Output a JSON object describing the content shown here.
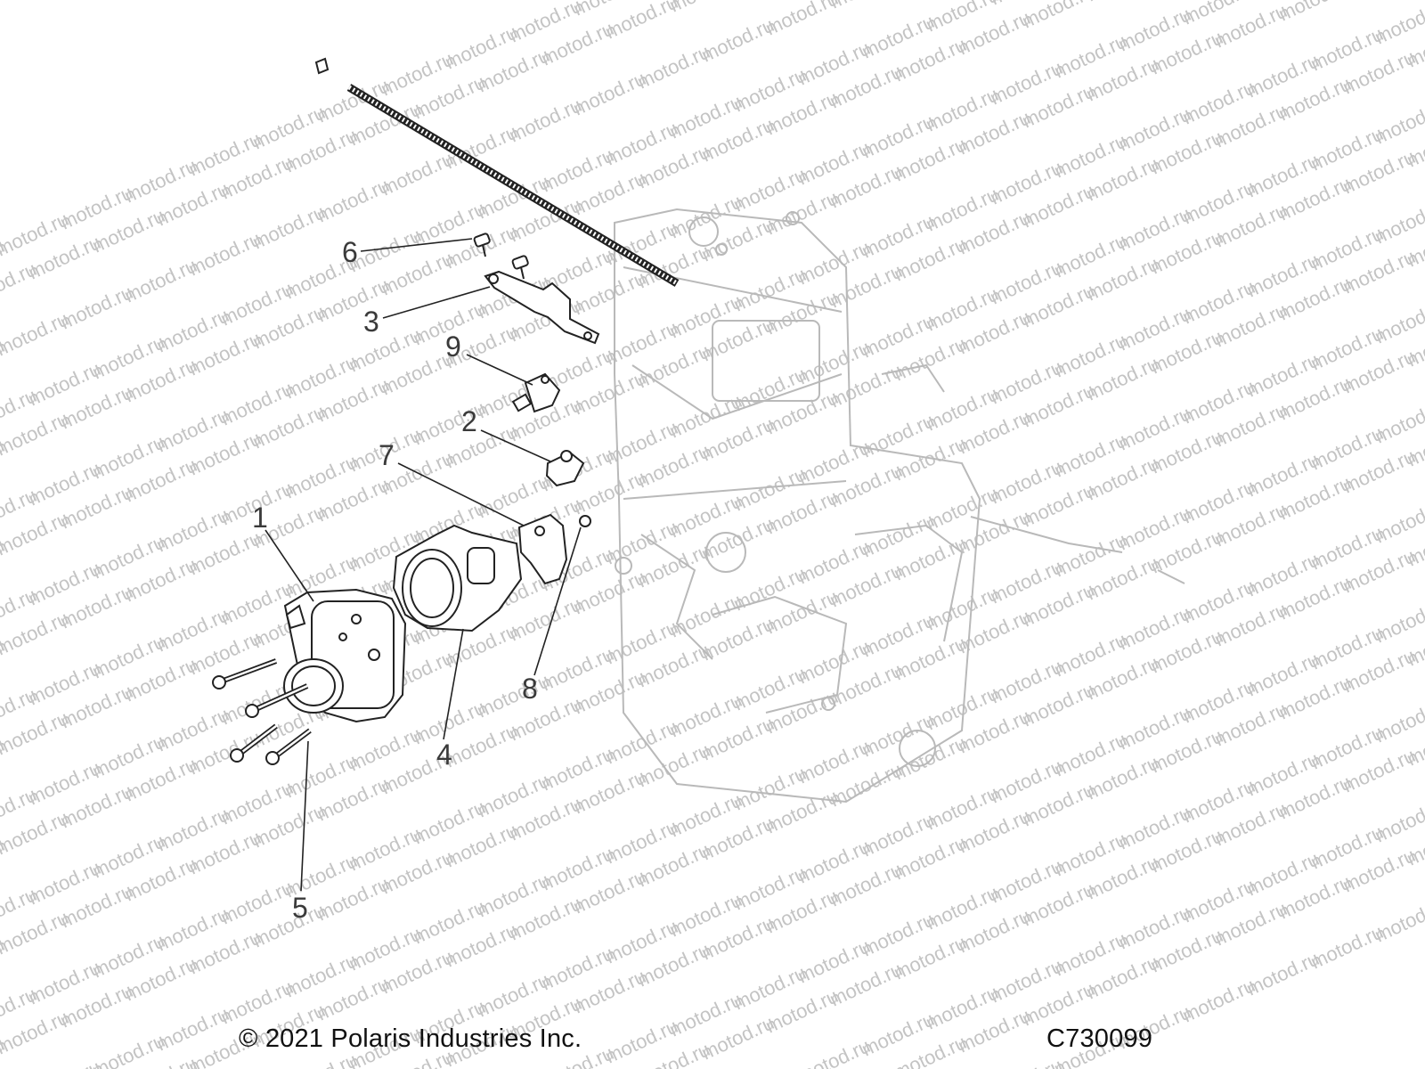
{
  "watermark": {
    "text": "motod.ru"
  },
  "callouts": [
    {
      "number": "1"
    },
    {
      "number": "2"
    },
    {
      "number": "3"
    },
    {
      "number": "4"
    },
    {
      "number": "5"
    },
    {
      "number": "6"
    },
    {
      "number": "7"
    },
    {
      "number": "8"
    },
    {
      "number": "9"
    }
  ],
  "footer": {
    "copyright": "© 2021 Polaris Industries Inc.",
    "figure_code": "C730099"
  },
  "colors": {
    "line": "#222222",
    "ghost_engine": "#b9b9b9",
    "watermark": "#c4c4c4",
    "background": "#ffffff"
  }
}
